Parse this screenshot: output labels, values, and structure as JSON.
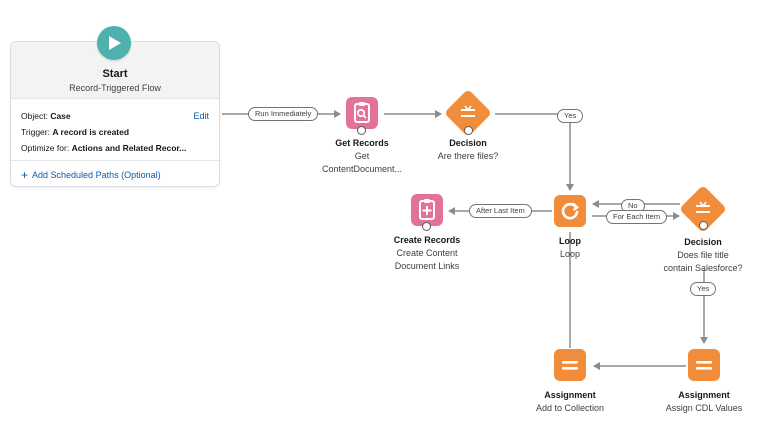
{
  "start": {
    "title": "Start",
    "subtitle": "Record-Triggered Flow",
    "object_label": "Object:",
    "object_value": "Case",
    "edit_label": "Edit",
    "trigger_label": "Trigger:",
    "trigger_value": "A record is created",
    "optimize_label": "Optimize for:",
    "optimize_value": "Actions and Related Recor...",
    "add_paths_label": "Add Scheduled Paths (Optional)"
  },
  "connectors": {
    "run_immediately": "Run Immediately",
    "yes_1": "Yes",
    "after_last_item": "After Last Item",
    "no": "No",
    "for_each_item": "For Each Item",
    "yes_2": "Yes"
  },
  "nodes": {
    "get_records": {
      "title": "Get Records",
      "line1": "Get",
      "line2": "ContentDocument..."
    },
    "decision_1": {
      "title": "Decision",
      "line1": "Are there files?"
    },
    "create_records": {
      "title": "Create Records",
      "line1": "Create Content",
      "line2": "Document Links"
    },
    "loop": {
      "title": "Loop",
      "line1": "Loop"
    },
    "decision_2": {
      "title": "Decision",
      "line1": "Does file title",
      "line2": "contain Salesforce?"
    },
    "assignment_1": {
      "title": "Assignment",
      "line1": "Add to Collection"
    },
    "assignment_2": {
      "title": "Assignment",
      "line1": "Assign CDL Values"
    }
  },
  "colors": {
    "start": "#4fb1ae",
    "data_element": "#e37296",
    "logic_element": "#f08c3a",
    "link": "#0b5cab",
    "connector": "#8c8c8c"
  },
  "icons": {
    "start": "play-icon",
    "get_records": "record-lookup-icon",
    "decision": "decision-icon",
    "create_records": "record-create-icon",
    "loop": "loop-icon",
    "assignment": "assignment-icon"
  }
}
